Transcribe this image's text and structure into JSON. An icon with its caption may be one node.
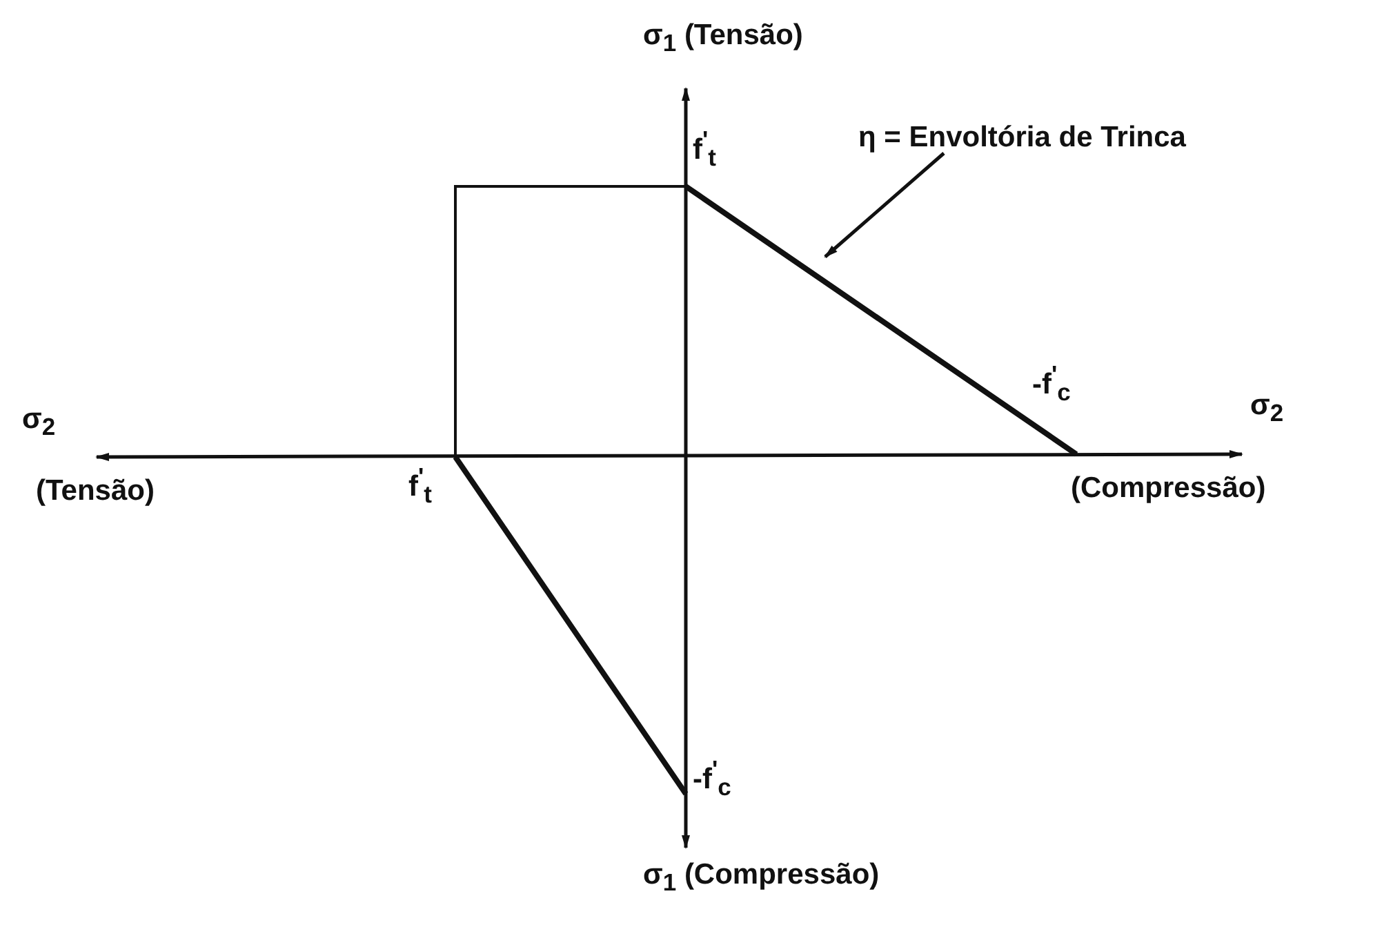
{
  "diagram": {
    "nodes": [
      {
        "text": [
          "η = Envoltória de Trinca"
        ]
      },
      {
        "text": [],
        "shape": "line"
      }
    ],
    "edges": [
      {
        "from": 0,
        "to": 1,
        "arrow": "to"
      }
    ],
    "labels": [
      "σ$_{1}$ (Tensão)",
      "f$^{'}$$_{t}$",
      "-f$^{'}$$_{c}$",
      "σ$_{2}$",
      "σ$_{2}$",
      "(Compressão)",
      "(Tensão)",
      "f$^{'}$$_{t}$",
      "-f$^{'}$$_{c}$",
      "σ$_{1}$ (Compressão)"
    ]
  }
}
